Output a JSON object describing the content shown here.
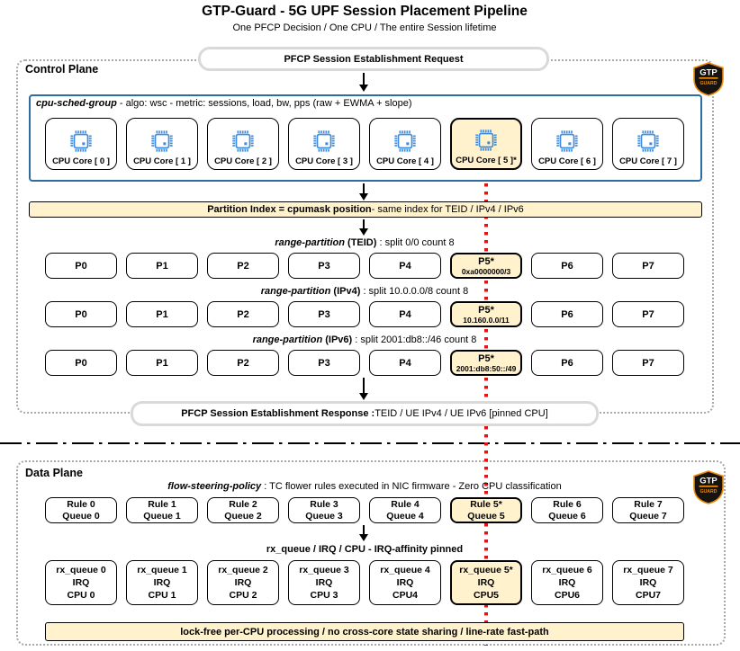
{
  "title": "GTP-Guard - 5G UPF Session Placement Pipeline",
  "subtitle": "One PFCP Decision / One CPU / The entire Session lifetime",
  "logo": {
    "top": "GTP",
    "bottom": "GUARD"
  },
  "colors": {
    "highlight": "#FFF2CC",
    "chip_blue": "#3D8CE0",
    "sched_border": "#2E6DA4",
    "trace_red": "#E31414"
  },
  "control_plane": {
    "label": "Control Plane",
    "request": "PFCP Session Establishment Request",
    "sched": {
      "name": "cpu-sched-group",
      "desc": " - algo: wsc - metric: sessions, load, bw, pps (raw + EWMA + slope)"
    },
    "cores": [
      {
        "label": "CPU Core [ 0 ]"
      },
      {
        "label": "CPU Core [ 1 ]"
      },
      {
        "label": "CPU Core [ 2 ]"
      },
      {
        "label": "CPU Core [ 3 ]"
      },
      {
        "label": "CPU Core [ 4 ]"
      },
      {
        "label": "CPU Core [ 5 ]*"
      },
      {
        "label": "CPU Core [ 6 ]"
      },
      {
        "label": "CPU Core [ 7 ]"
      }
    ],
    "banner": {
      "bold": "Partition Index = cpumask position",
      "rest": " - same index for TEID / IPv4 / IPv6"
    },
    "partitions": [
      {
        "name": "range-partition",
        "key": " (TEID)",
        "rest": " : split 0/0 count 8",
        "cells": [
          "P0",
          "P1",
          "P2",
          "P3",
          "P4",
          "P5*",
          "P6",
          "P7"
        ],
        "sub": "0xa0000000/3"
      },
      {
        "name": "range-partition",
        "key": " (IPv4)",
        "rest": " : split 10.0.0.0/8 count 8",
        "cells": [
          "P0",
          "P1",
          "P2",
          "P3",
          "P4",
          "P5*",
          "P6",
          "P7"
        ],
        "sub": "10.160.0.0/11"
      },
      {
        "name": "range-partition",
        "key": " (IPv6)",
        "rest": " : split 2001:db8::/46 count 8",
        "cells": [
          "P0",
          "P1",
          "P2",
          "P3",
          "P4",
          "P5*",
          "P6",
          "P7"
        ],
        "sub": "2001:db8:50::/49"
      }
    ],
    "response": {
      "bold": "PFCP Session Establishment Response : ",
      "rest": "TEID / UE IPv4 / UE IPv6 [pinned CPU]"
    }
  },
  "data_plane": {
    "label": "Data Plane",
    "flow": {
      "name": "flow-steering-policy",
      "rest": " : TC flower rules executed in NIC firmware - Zero CPU classification"
    },
    "rules": [
      {
        "l1": "Rule 0",
        "l2": "Queue 0"
      },
      {
        "l1": "Rule 1",
        "l2": "Queue 1"
      },
      {
        "l1": "Rule 2",
        "l2": "Queue 2"
      },
      {
        "l1": "Rule 3",
        "l2": "Queue 3"
      },
      {
        "l1": "Rule 4",
        "l2": "Queue 4"
      },
      {
        "l1": "Rule 5*",
        "l2": "Queue 5"
      },
      {
        "l1": "Rule 6",
        "l2": "Queue 6"
      },
      {
        "l1": "Rule 7",
        "l2": "Queue 7"
      }
    ],
    "rx_heading": "rx_queue / IRQ / CPU - IRQ-affinity pinned",
    "rx": [
      {
        "l1": "rx_queue 0",
        "l2": "IRQ",
        "l3": "CPU 0"
      },
      {
        "l1": "rx_queue 1",
        "l2": "IRQ",
        "l3": "CPU 1"
      },
      {
        "l1": "rx_queue 2",
        "l2": "IRQ",
        "l3": "CPU 2"
      },
      {
        "l1": "rx_queue 3",
        "l2": "IRQ",
        "l3": "CPU 3"
      },
      {
        "l1": "rx_queue 4",
        "l2": "IRQ",
        "l3": "CPU4"
      },
      {
        "l1": "rx_queue 5*",
        "l2": "IRQ",
        "l3": "CPU5"
      },
      {
        "l1": "rx_queue 6",
        "l2": "IRQ",
        "l3": "CPU6"
      },
      {
        "l1": "rx_queue 7",
        "l2": "IRQ",
        "l3": "CPU7"
      }
    ],
    "banner": "lock-free per-CPU processing / no cross-core state sharing / line-rate fast-path"
  }
}
